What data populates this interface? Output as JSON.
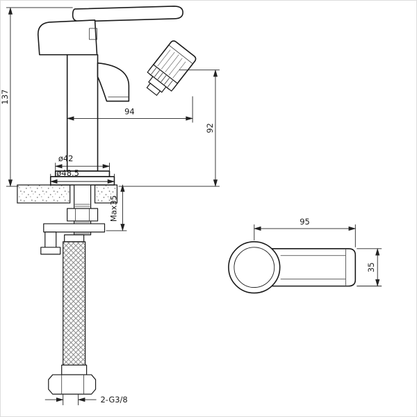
{
  "colors": {
    "ink": "#1a1a1a",
    "paper": "#ffffff",
    "frame": "#dcdcdc"
  },
  "front_view": {
    "height_label": "137",
    "reach_label": "94",
    "spray_height_label": "92",
    "body_diameter_label": "ø42",
    "base_diameter_label": "ø48.5",
    "deck_thickness_label": "Max35",
    "hose_thread_label": "2-G3/8"
  },
  "top_view": {
    "length_label": "95",
    "width_label": "35"
  }
}
